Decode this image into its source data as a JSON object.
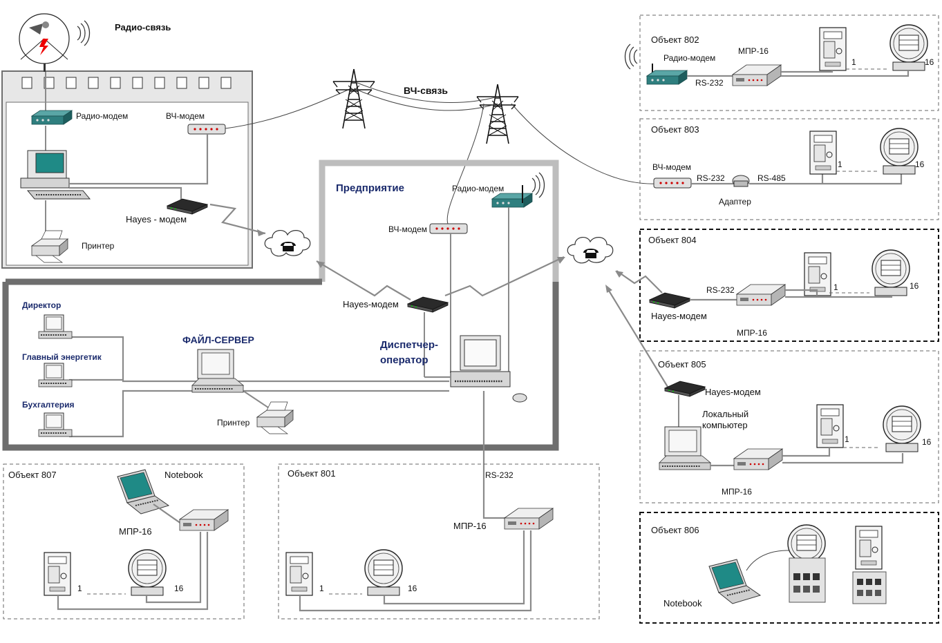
{
  "labels": {
    "radio_link": "Радио-связь",
    "hf_link": "ВЧ-связь",
    "radio_modem": "Радио-модем",
    "hf_modem": "ВЧ-модем",
    "hayes_modem_sp": "Hayes - модем",
    "hayes_modem": "Hayes-модем",
    "printer": "Принтер",
    "enterprise": "Предприятие",
    "director": "Директор",
    "chief_engineer": "Главный энергетик",
    "accounting": "Бухгалтерия",
    "file_server": "ФАЙЛ-СЕРВЕР",
    "dispatcher_1": "Диспетчер-",
    "dispatcher_2": "оператор",
    "rs232": "RS-232",
    "rs485": "RS-485",
    "mpr16": "МПР-16",
    "adapter": "Адаптер",
    "notebook": "Notebook",
    "local_pc_1": "Локальный",
    "local_pc_2": "компьютер",
    "meter_first": "1",
    "meter_last": "16"
  },
  "objects": {
    "o801": "Объект 801",
    "o802": "Объект 802",
    "o803": "Объект 803",
    "o804": "Объект 804",
    "o805": "Объект 805",
    "o806": "Объект 806",
    "o807": "Объект 807"
  },
  "colors": {
    "wire": "#8a8a8a",
    "frame": "#6e6e6e",
    "enterprise_frame": "#bdbdbd",
    "blue_text": "#1a2a6c",
    "teal_device": "#2f7f7f",
    "screen": "#1f8a86"
  }
}
